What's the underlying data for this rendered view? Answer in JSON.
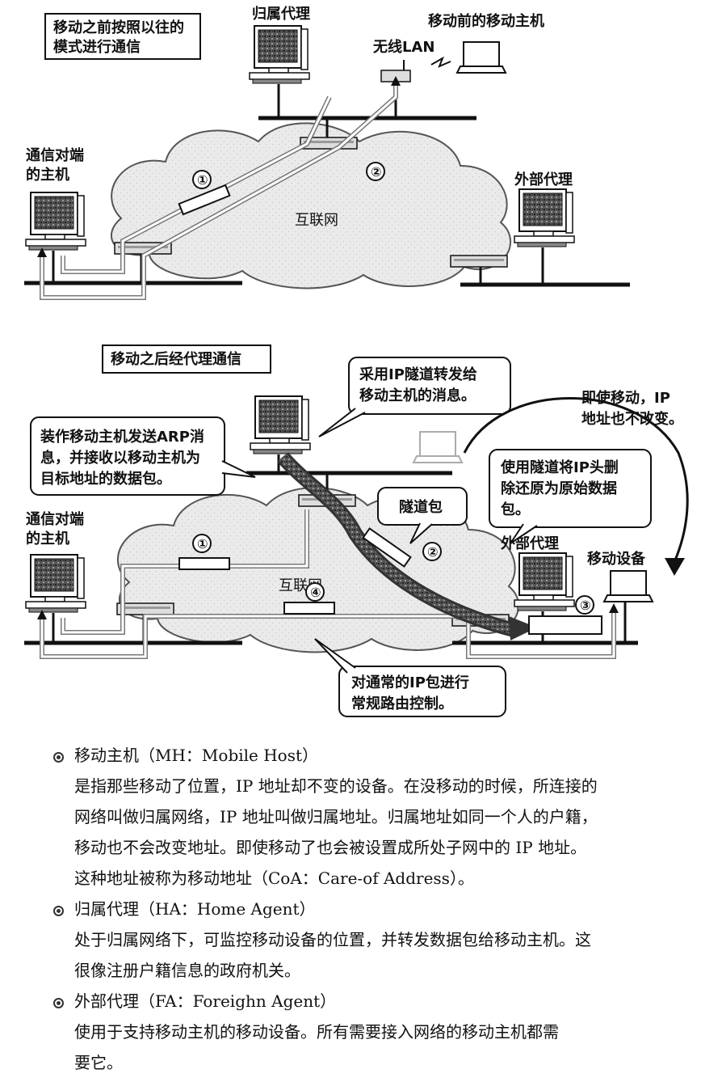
{
  "top_diagram": {
    "caption": "移动之前按照以往的模式进行通信",
    "caption_lines": [
      "移动之前按照以往的",
      "模式进行通信"
    ],
    "home_agent": "归属代理",
    "mobile_host_before": "移动前的移动主机",
    "wireless_lan": "无线LAN",
    "correspondent": [
      "通信对端",
      "的主机"
    ],
    "foreign_agent": "外部代理",
    "internet": "互联网",
    "marker_1": "①",
    "marker_2": "②"
  },
  "bottom_diagram": {
    "caption": "移动之后经代理通信",
    "callout_tunnel": [
      "采用IP隧道转发给",
      "移动主机的消息。"
    ],
    "callout_arp": [
      "装作移动主机发送ARP消",
      "息，并接收以移动主机为",
      "目标地址的数据包。"
    ],
    "note_ip_unchanged": [
      "即使移动，IP",
      "地址也不改变。"
    ],
    "callout_decap": [
      "使用隧道将IP头删",
      "除还原为原始数据",
      "包。"
    ],
    "tunnel_packet": "隧道包",
    "correspondent": [
      "通信对端",
      "的主机"
    ],
    "internet": "互联网",
    "foreign_agent": "外部代理",
    "mobile_device": "移动设备",
    "callout_routing": [
      "对通常的IP包进行",
      "常规路由控制。"
    ],
    "marker_1": "①",
    "marker_2": "②",
    "marker_3": "③",
    "marker_4": "④"
  },
  "definitions": [
    {
      "term": "移动主机（MH：Mobile Host）",
      "lines": [
        "是指那些移动了位置，IP 地址却不变的设备。在没移动的时候，所连接的",
        "网络叫做归属网络，IP 地址叫做归属地址。归属地址如同一个人的户籍，",
        "移动也不会改变地址。即使移动了也会被设置成所处子网中的 IP 地址。",
        "这种地址被称为移动地址（CoA：Care-of Address）。"
      ]
    },
    {
      "term": "归属代理（HA：Home Agent）",
      "lines": [
        "处于归属网络下，可监控移动设备的位置，并转发数据包给移动主机。这",
        "很像注册户籍信息的政府机关。"
      ]
    },
    {
      "term": "外部代理（FA：Foreighn Agent）",
      "lines": [
        "使用于支持移动主机的移动设备。所有需要接入网络的移动主机都需",
        "要它。"
      ]
    }
  ]
}
